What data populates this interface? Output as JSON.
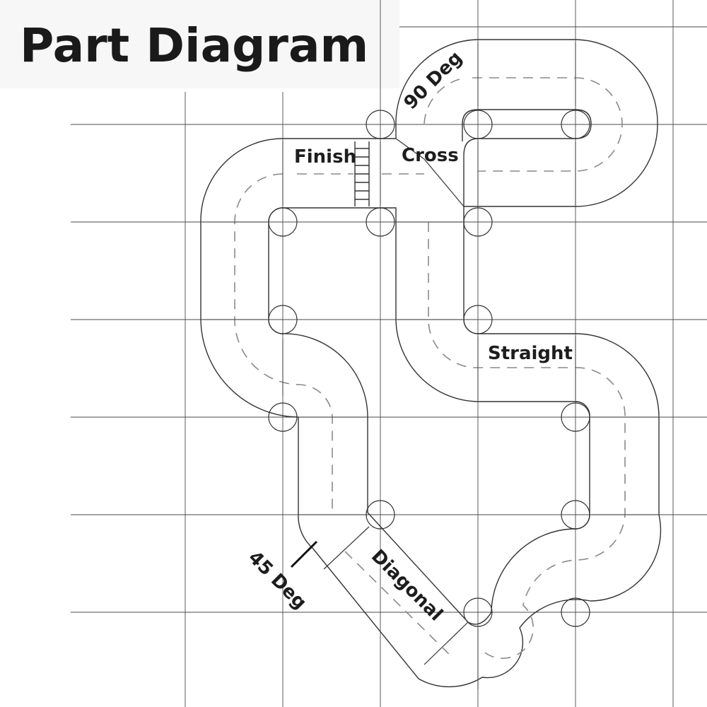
{
  "title": "Part Diagram",
  "labels": {
    "finish": "Finish",
    "cross": "Cross",
    "straight": "Straight",
    "turn_90": "90 Deg",
    "diagonal": "Diagonal",
    "turn_45": "45 Deg"
  },
  "colors": {
    "grid": "#4a4a4a",
    "outline": "#333333",
    "lane_marks": "#8a8a8a",
    "text": "#1d1d1d"
  }
}
